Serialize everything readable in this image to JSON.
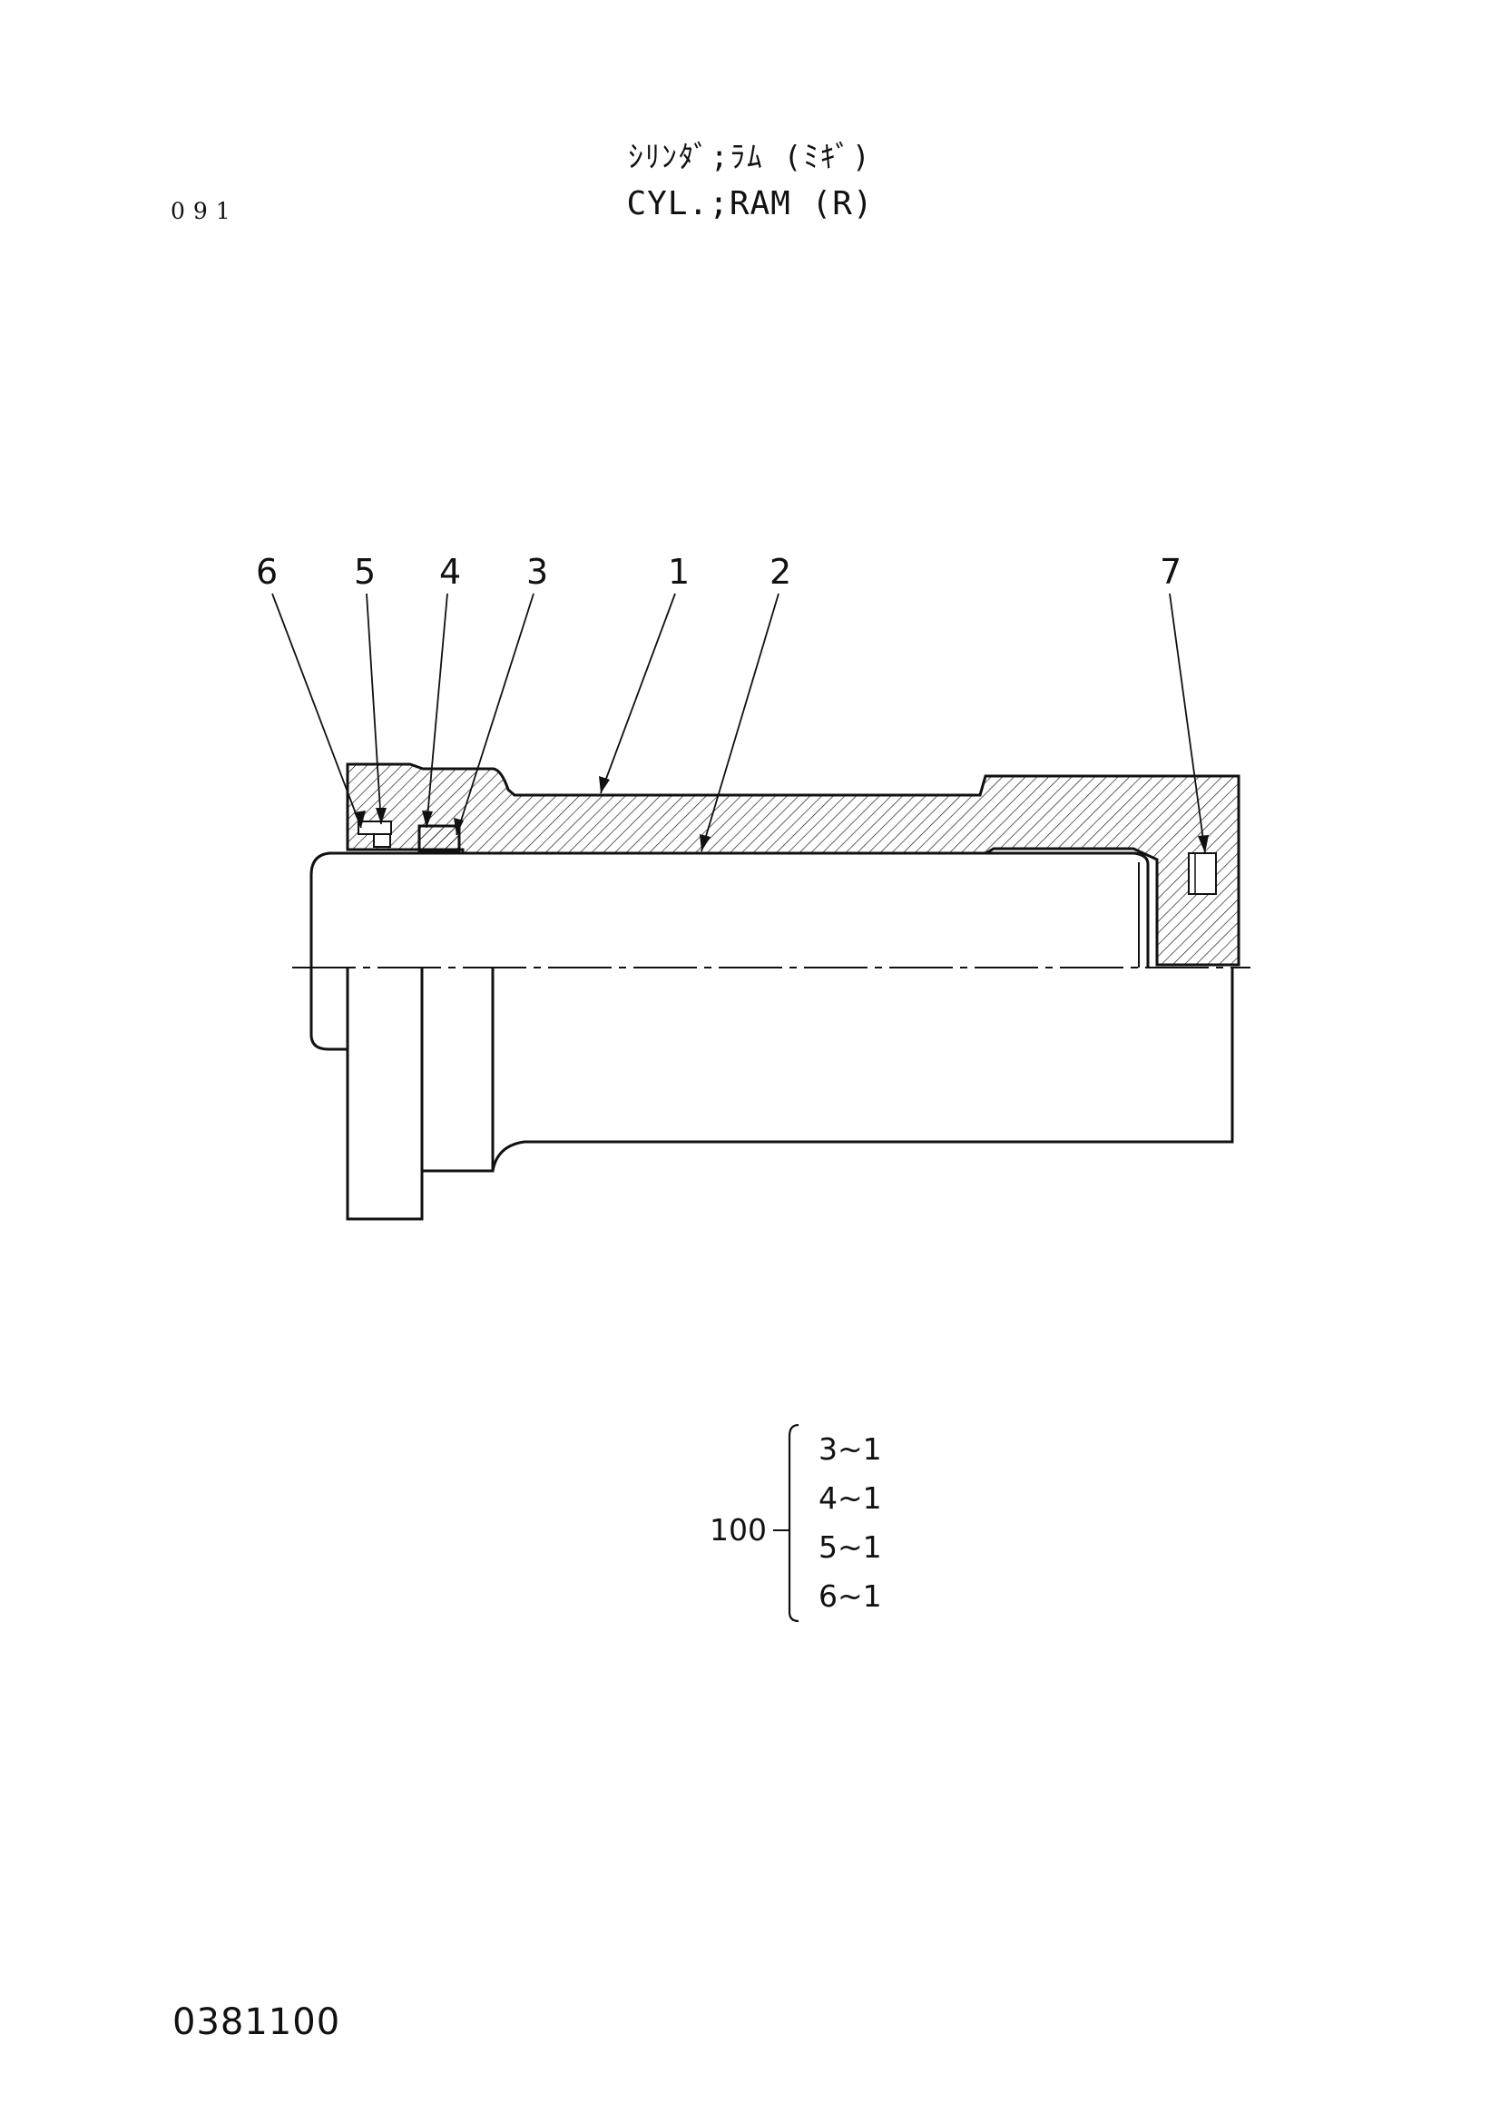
{
  "header": {
    "title_jp": "ｼﾘﾝﾀﾞ;ﾗﾑ (ﾐｷﾞ)",
    "title_en": "CYL.;RAM (R)",
    "page_number": "091"
  },
  "callouts": [
    {
      "id": "6",
      "label": "6"
    },
    {
      "id": "5",
      "label": "5"
    },
    {
      "id": "4",
      "label": "4"
    },
    {
      "id": "3",
      "label": "3"
    },
    {
      "id": "1",
      "label": "1"
    },
    {
      "id": "2",
      "label": "2"
    },
    {
      "id": "7",
      "label": "7"
    }
  ],
  "kit": {
    "number": "100",
    "items": [
      "3~1",
      "4~1",
      "5~1",
      "6~1"
    ]
  },
  "footer": {
    "doc_code": "0381100"
  },
  "colors": {
    "line": "#111111",
    "background": "#ffffff"
  }
}
